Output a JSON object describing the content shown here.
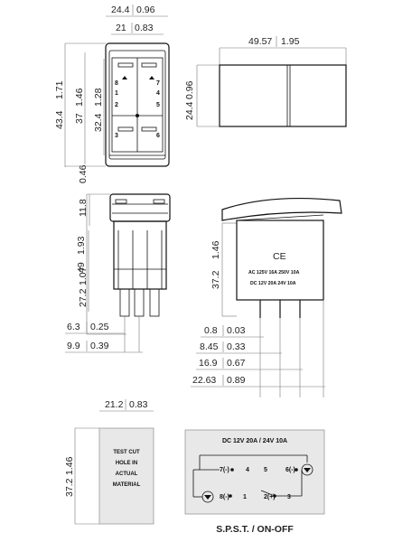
{
  "dims": {
    "top_width_in": "24.4",
    "top_width_mm": "0.96",
    "inner_width_in": "21",
    "inner_width_mm": "0.83",
    "total_height_a": "43.4",
    "total_height_b": "1.71",
    "mid_height_a": "37",
    "mid_height_b": "1.46",
    "inner_height_a": "32.4",
    "inner_height_b": "1.28",
    "side_width_a": "49.57",
    "side_width_b": "1.95",
    "side_height_a": "24.4",
    "side_height_b": "0.96",
    "cap_height_a": "11.8",
    "cap_height_b": "0.46",
    "body_height_a": "49",
    "body_height_b": "1.93",
    "term_len_a": "27.2",
    "term_len_b": "1.07",
    "t1_a": "6.3",
    "t1_b": "0.25",
    "t2_a": "9.9",
    "t2_b": "0.39",
    "r_height_a": "37.2",
    "r_height_b": "1.46",
    "r1_a": "0.8",
    "r1_b": "0.03",
    "r2_a": "8.45",
    "r2_b": "0.33",
    "r3_a": "16.9",
    "r3_b": "0.67",
    "r4_a": "22.63",
    "r4_b": "0.89",
    "cut_width_a": "21.2",
    "cut_width_b": "0.83",
    "cut_height_a": "37.2",
    "cut_height_b": "1.46"
  },
  "labels": {
    "ce": "CE",
    "ac_rating": "AC 125V 16A 250V 10A",
    "dc_rating": "DC  12V 20A   24V 10A",
    "cut_line1": "TEST CUT",
    "cut_line2": "HOLE IN",
    "cut_line3": "ACTUAL",
    "cut_line4": "MATERIAL",
    "schematic_title": "DC  12V  20A / 24V  10A",
    "schematic_caption": "S.P.S.T. / ON-OFF"
  },
  "pins": {
    "p1": "1",
    "p2": "2",
    "p3": "3",
    "p4": "4",
    "p5": "5",
    "p6": "6",
    "p7": "7",
    "p8": "8",
    "s7": "7(-)",
    "s4": "4",
    "s5": "5",
    "s6": "6(-)",
    "s8": "8(-)",
    "s1": "1",
    "s2": "2(+)",
    "s3": "3"
  }
}
